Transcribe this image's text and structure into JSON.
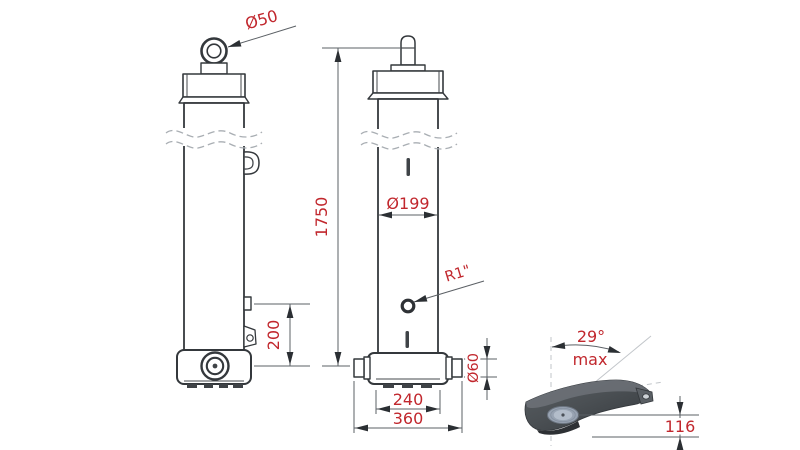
{
  "drawing": {
    "subject": "telescopic hydraulic cylinder technical drawing with tipper mounting bracket",
    "dimension_color": "#c1272d",
    "line_color": "#34383c",
    "dimensions": {
      "eye_bore": "Ø50",
      "total_length": "1750",
      "outer_diameter": "Ø199",
      "port_thread": "R1\"",
      "port_height": "200",
      "trunnion_diameter": "Ø60",
      "mount_inner_width": "240",
      "mount_outer_width": "360",
      "max_tilt_angle": "29°",
      "max_tilt_note": "max",
      "bracket_height": "116"
    }
  }
}
